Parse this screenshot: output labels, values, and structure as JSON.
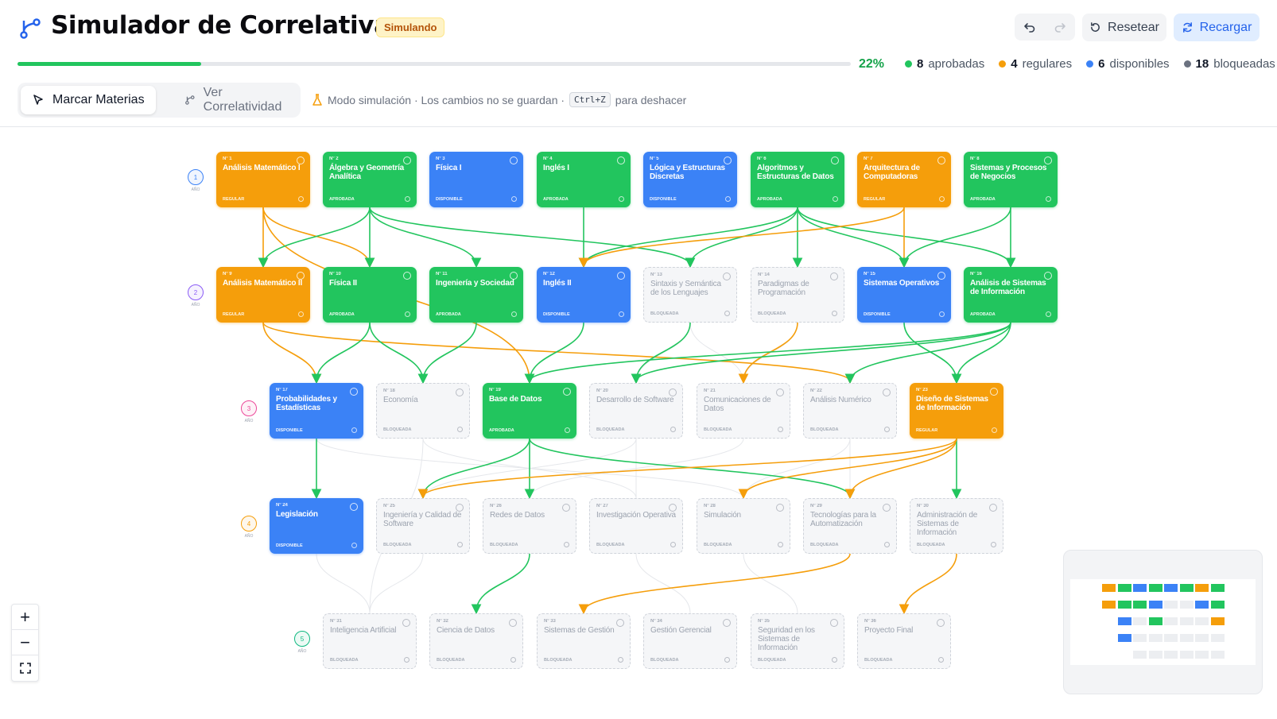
{
  "header": {
    "title": "Simulador de Correlativas",
    "badge": "Simulando",
    "reset_label": "Resetear",
    "reload_label": "Recargar",
    "progress_pct": "22%",
    "progress_value": 0.22,
    "stats": [
      {
        "count": "8",
        "label": "aprobadas",
        "color": "#22c55e"
      },
      {
        "count": "4",
        "label": "regulares",
        "color": "#f59e0b"
      },
      {
        "count": "6",
        "label": "disponibles",
        "color": "#3b82f6"
      },
      {
        "count": "18",
        "label": "bloqueadas",
        "color": "#6b7280"
      }
    ]
  },
  "toolbar": {
    "mode_mark": "Marcar Materias",
    "mode_view": "Ver Correlatividad",
    "hint_text": "Modo simulación · Los cambios no se guardan ·",
    "hint_key": "Ctrl+Z",
    "hint_suffix": "para deshacer"
  },
  "years": [
    {
      "n": "1",
      "label": "AÑO",
      "color": "#3b82f6"
    },
    {
      "n": "2",
      "label": "AÑO",
      "color": "#8b5cf6"
    },
    {
      "n": "3",
      "label": "AÑO",
      "color": "#ec4899"
    },
    {
      "n": "4",
      "label": "AÑO",
      "color": "#f59e0b"
    },
    {
      "n": "5",
      "label": "AÑO",
      "color": "#10b981"
    }
  ],
  "status_labels": {
    "orange": "REGULAR",
    "green": "APROBADA",
    "blue": "DISPONIBLE",
    "gray": "BLOQUEADA"
  },
  "subjects": [
    {
      "num": "Nº 1",
      "name": "Análisis Matemático I",
      "status": "orange"
    },
    {
      "num": "Nº 2",
      "name": "Álgebra y Geometría Analítica",
      "status": "green"
    },
    {
      "num": "Nº 3",
      "name": "Física I",
      "status": "blue"
    },
    {
      "num": "Nº 4",
      "name": "Inglés I",
      "status": "green"
    },
    {
      "num": "Nº 5",
      "name": "Lógica y Estructuras Discretas",
      "status": "blue"
    },
    {
      "num": "Nº 6",
      "name": "Algoritmos y Estructuras de Datos",
      "status": "green"
    },
    {
      "num": "Nº 7",
      "name": "Arquitectura de Computadoras",
      "status": "orange"
    },
    {
      "num": "Nº 8",
      "name": "Sistemas y Procesos de Negocios",
      "status": "green"
    },
    {
      "num": "Nº 9",
      "name": "Análisis Matemático II",
      "status": "orange"
    },
    {
      "num": "Nº 10",
      "name": "Física II",
      "status": "green"
    },
    {
      "num": "Nº 11",
      "name": "Ingeniería y Sociedad",
      "status": "green"
    },
    {
      "num": "Nº 12",
      "name": "Inglés II",
      "status": "blue"
    },
    {
      "num": "Nº 13",
      "name": "Sintaxis y Semántica de los Lenguajes",
      "status": "gray"
    },
    {
      "num": "Nº 14",
      "name": "Paradigmas de Programación",
      "status": "gray"
    },
    {
      "num": "Nº 15",
      "name": "Sistemas Operativos",
      "status": "blue"
    },
    {
      "num": "Nº 16",
      "name": "Análisis de Sistemas de Información",
      "status": "green"
    },
    {
      "num": "Nº 17",
      "name": "Probabilidades y Estadísticas",
      "status": "blue"
    },
    {
      "num": "Nº 18",
      "name": "Economía",
      "status": "gray"
    },
    {
      "num": "Nº 19",
      "name": "Base de Datos",
      "status": "green"
    },
    {
      "num": "Nº 20",
      "name": "Desarrollo de Software",
      "status": "gray"
    },
    {
      "num": "Nº 21",
      "name": "Comunicaciones de Datos",
      "status": "gray"
    },
    {
      "num": "Nº 22",
      "name": "Análisis Numérico",
      "status": "gray"
    },
    {
      "num": "Nº 23",
      "name": "Diseño de Sistemas de Información",
      "status": "orange"
    },
    {
      "num": "Nº 24",
      "name": "Legislación",
      "status": "blue"
    },
    {
      "num": "Nº 25",
      "name": "Ingeniería y Calidad de Software",
      "status": "gray"
    },
    {
      "num": "Nº 26",
      "name": "Redes de Datos",
      "status": "gray"
    },
    {
      "num": "Nº 27",
      "name": "Investigación Operativa",
      "status": "gray"
    },
    {
      "num": "Nº 28",
      "name": "Simulación",
      "status": "gray"
    },
    {
      "num": "Nº 29",
      "name": "Tecnologías para la Automatización",
      "status": "gray"
    },
    {
      "num": "Nº 30",
      "name": "Administración de Sistemas de Información",
      "status": "gray"
    },
    {
      "num": "Nº 31",
      "name": "Inteligencia Artificial",
      "status": "gray"
    },
    {
      "num": "Nº 32",
      "name": "Ciencia de Datos",
      "status": "gray"
    },
    {
      "num": "Nº 33",
      "name": "Sistemas de Gestión",
      "status": "gray"
    },
    {
      "num": "Nº 34",
      "name": "Gestión Gerencial",
      "status": "gray"
    },
    {
      "num": "Nº 35",
      "name": "Seguridad en los Sistemas de Información",
      "status": "gray"
    },
    {
      "num": "Nº 36",
      "name": "Proyecto Final",
      "status": "gray"
    }
  ],
  "edges": [
    {
      "from": 1,
      "to": 9,
      "color": "orange"
    },
    {
      "from": 1,
      "to": 10,
      "color": "orange"
    },
    {
      "from": 1,
      "to": 19,
      "color": "orange"
    },
    {
      "from": 2,
      "to": 9,
      "color": "green"
    },
    {
      "from": 2,
      "to": 10,
      "color": "green"
    },
    {
      "from": 2,
      "to": 11,
      "color": "green"
    },
    {
      "from": 2,
      "to": 13,
      "color": "green"
    },
    {
      "from": 4,
      "to": 12,
      "color": "green"
    },
    {
      "from": 6,
      "to": 13,
      "color": "green"
    },
    {
      "from": 6,
      "to": 14,
      "color": "green"
    },
    {
      "from": 6,
      "to": 15,
      "color": "green"
    },
    {
      "from": 6,
      "to": 16,
      "color": "green"
    },
    {
      "from": 6,
      "to": 12,
      "color": "green"
    },
    {
      "from": 7,
      "to": 15,
      "color": "orange"
    },
    {
      "from": 7,
      "to": 12,
      "color": "orange"
    },
    {
      "from": 8,
      "to": 16,
      "color": "green"
    },
    {
      "from": 8,
      "to": 15,
      "color": "green"
    },
    {
      "from": 9,
      "to": 17,
      "color": "orange"
    },
    {
      "from": 9,
      "to": 22,
      "color": "orange"
    },
    {
      "from": 10,
      "to": 17,
      "color": "green"
    },
    {
      "from": 10,
      "to": 18,
      "color": "green"
    },
    {
      "from": 11,
      "to": 18,
      "color": "green"
    },
    {
      "from": 12,
      "to": 19,
      "color": "green"
    },
    {
      "from": 13,
      "to": 20,
      "color": "green"
    },
    {
      "from": 14,
      "to": 21,
      "color": "orange"
    },
    {
      "from": 15,
      "to": 23,
      "color": "green"
    },
    {
      "from": 16,
      "to": 19,
      "color": "green"
    },
    {
      "from": 16,
      "to": 20,
      "color": "green"
    },
    {
      "from": 16,
      "to": 23,
      "color": "green"
    },
    {
      "from": 16,
      "to": 22,
      "color": "green"
    },
    {
      "from": 17,
      "to": 24,
      "color": "green"
    },
    {
      "from": 19,
      "to": 25,
      "color": "green"
    },
    {
      "from": 19,
      "to": 26,
      "color": "green"
    },
    {
      "from": 19,
      "to": 29,
      "color": "green"
    },
    {
      "from": 23,
      "to": 25,
      "color": "orange"
    },
    {
      "from": 23,
      "to": 29,
      "color": "orange"
    },
    {
      "from": 23,
      "to": 30,
      "color": "green"
    },
    {
      "from": 23,
      "to": 28,
      "color": "orange"
    },
    {
      "from": 26,
      "to": 32,
      "color": "green"
    },
    {
      "from": 29,
      "to": 33,
      "color": "orange"
    },
    {
      "from": 30,
      "to": 36,
      "color": "orange"
    }
  ],
  "colors": {
    "orange": "#f59e0b",
    "green": "#22c55e",
    "blue": "#3b82f6",
    "gray": "#9ca3af"
  },
  "icons": [
    "branch-logo-icon",
    "undo-icon",
    "redo-icon",
    "reset-icon",
    "reload-icon",
    "cursor-icon",
    "branch-icon",
    "flask-icon",
    "check-icon",
    "lock-icon",
    "zoom-in-icon",
    "zoom-out-icon",
    "fit-view-icon"
  ]
}
